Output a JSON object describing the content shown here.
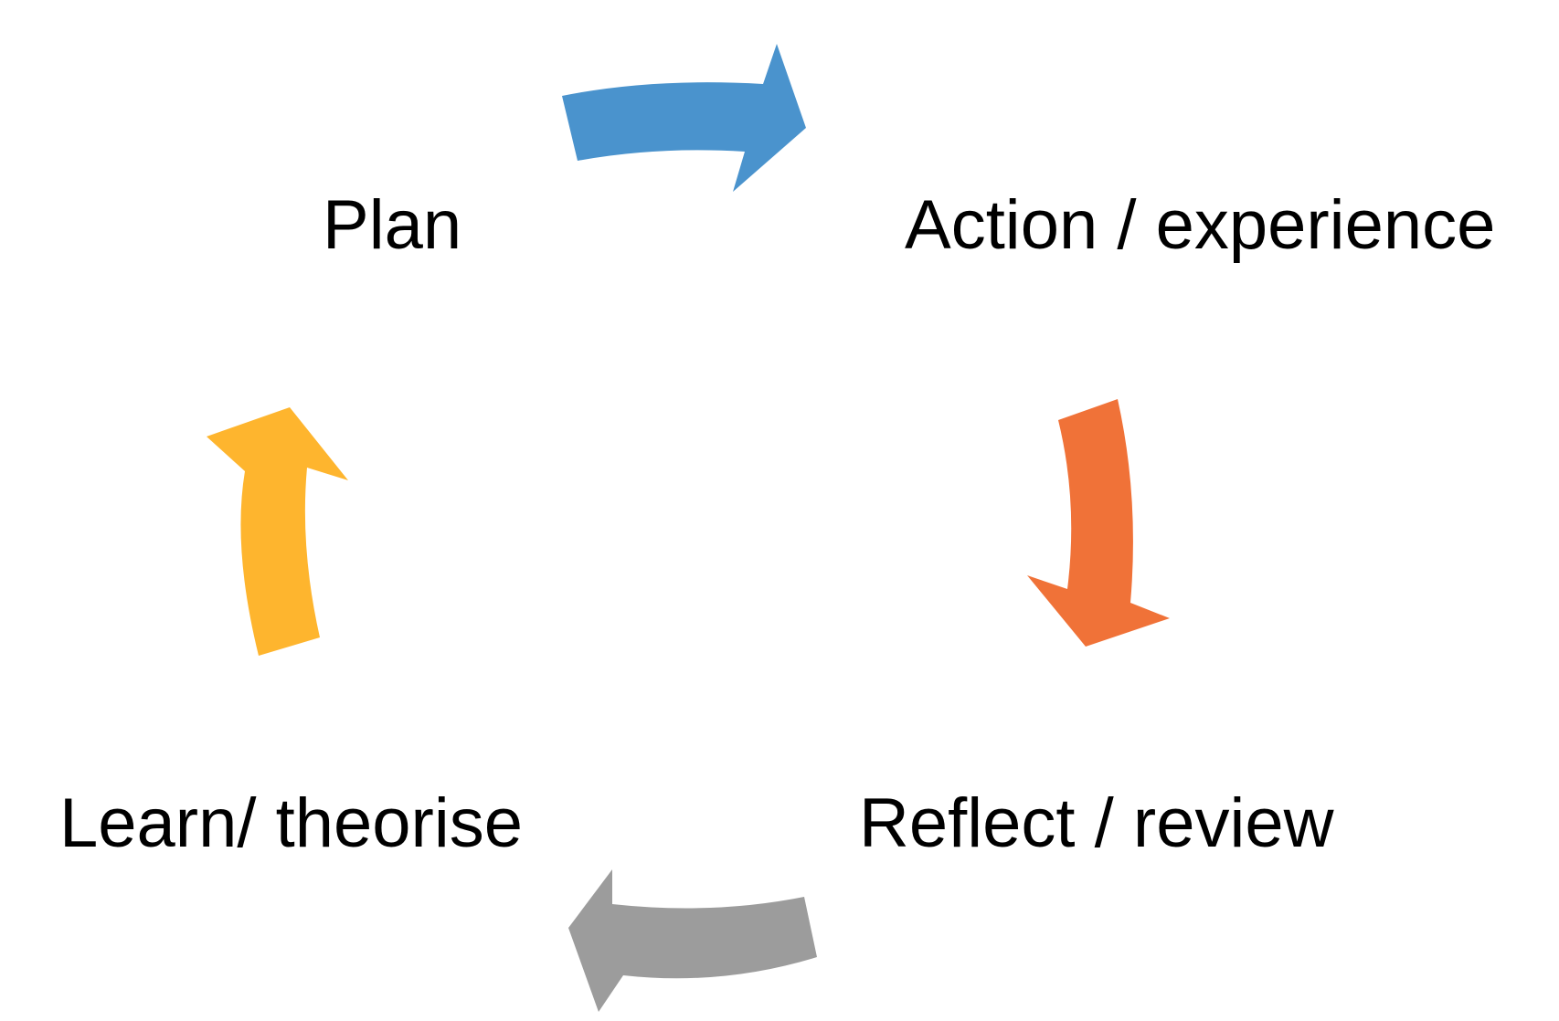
{
  "stages": [
    {
      "label": "Plan"
    },
    {
      "label": "Action / experience"
    },
    {
      "label": "Reflect / review"
    },
    {
      "label": "Learn/ theorise"
    }
  ],
  "arrows": [
    {
      "from": "Plan",
      "to": "Action / experience",
      "color": "#4A93CD"
    },
    {
      "from": "Action / experience",
      "to": "Reflect / review",
      "color": "#F07238"
    },
    {
      "from": "Reflect / review",
      "to": "Learn/ theorise",
      "color": "#9C9C9C"
    },
    {
      "from": "Learn/ theorise",
      "to": "Plan",
      "color": "#FEB52E"
    }
  ]
}
